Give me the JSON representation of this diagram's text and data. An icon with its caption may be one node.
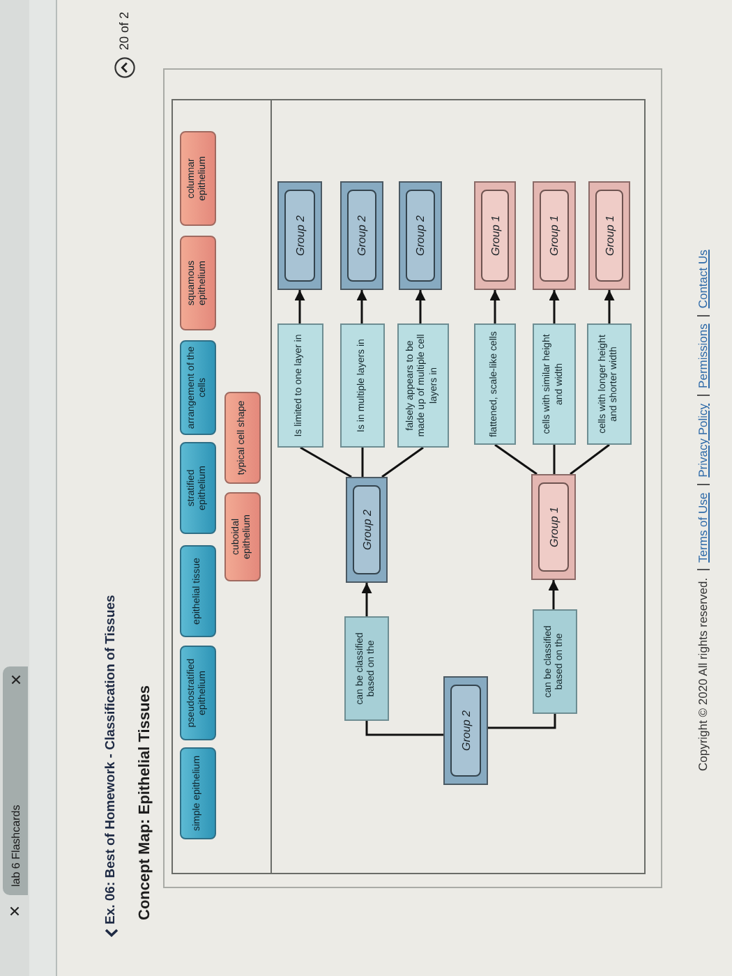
{
  "diagram": {
    "title": "Concept Map: Epithelial Tissues",
    "nodes": [
      {
        "text": [
          "simple epithelium"
        ]
      },
      {
        "text": [
          "pseudostratified epithelium"
        ]
      },
      {
        "text": [
          "epithelial tissue"
        ]
      },
      {
        "text": [
          "stratified epithelium"
        ]
      },
      {
        "text": [
          "arrangement of the cells"
        ]
      },
      {
        "text": [
          "squamous epithelium"
        ]
      },
      {
        "text": [
          "columnar epithelium"
        ]
      },
      {
        "text": [
          "cuboidal epithelium"
        ]
      },
      {
        "text": [
          "typical cell shape"
        ]
      },
      {
        "text": [
          "Group 2"
        ]
      },
      {
        "text": [
          "can be classified based on the"
        ]
      },
      {
        "text": [
          "can be classified based on the"
        ]
      },
      {
        "text": [
          "Group 2"
        ]
      },
      {
        "text": [
          "Group 1"
        ]
      },
      {
        "text": [
          "Is limited to one layer in"
        ]
      },
      {
        "text": [
          "Is in multiple layers in"
        ]
      },
      {
        "text": [
          "falsely appears to be made up of multiple cell layers in"
        ]
      },
      {
        "text": [
          "flattened, scale-like cells"
        ]
      },
      {
        "text": [
          "cells with similar height and width"
        ]
      },
      {
        "text": [
          "cells with longer height and shorter width"
        ]
      },
      {
        "text": [
          "Group 2"
        ]
      },
      {
        "text": [
          "Group 2"
        ]
      },
      {
        "text": [
          "Group 2"
        ]
      },
      {
        "text": [
          "Group 1"
        ]
      },
      {
        "text": [
          "Group 1"
        ]
      },
      {
        "text": [
          "Group 1"
        ]
      }
    ],
    "edges": [
      {
        "from": 9,
        "to": 10,
        "arrow": "none"
      },
      {
        "from": 9,
        "to": 11,
        "arrow": "none"
      },
      {
        "from": 10,
        "to": 12,
        "arrow": "to"
      },
      {
        "from": 11,
        "to": 13,
        "arrow": "to"
      },
      {
        "from": 12,
        "to": 14,
        "arrow": "none"
      },
      {
        "from": 12,
        "to": 15,
        "arrow": "none"
      },
      {
        "from": 12,
        "to": 16,
        "arrow": "none"
      },
      {
        "from": 13,
        "to": 17,
        "arrow": "none"
      },
      {
        "from": 13,
        "to": 18,
        "arrow": "none"
      },
      {
        "from": 13,
        "to": 19,
        "arrow": "none"
      },
      {
        "from": 14,
        "to": 20,
        "arrow": "to"
      },
      {
        "from": 15,
        "to": 21,
        "arrow": "to"
      },
      {
        "from": 16,
        "to": 22,
        "arrow": "to"
      },
      {
        "from": 17,
        "to": 23,
        "arrow": "to"
      },
      {
        "from": 18,
        "to": 24,
        "arrow": "to"
      },
      {
        "from": 19,
        "to": 25,
        "arrow": "to"
      }
    ],
    "labels": [
      "lab 6 Flashcards",
      "Ex. 06: Best of Homework - Classification of Tissues",
      "20 of 2",
      "Copyright © 2020 All rights reserved.",
      "Terms of Use",
      "Privacy Policy",
      "Permissions",
      "Contact Us"
    ]
  }
}
